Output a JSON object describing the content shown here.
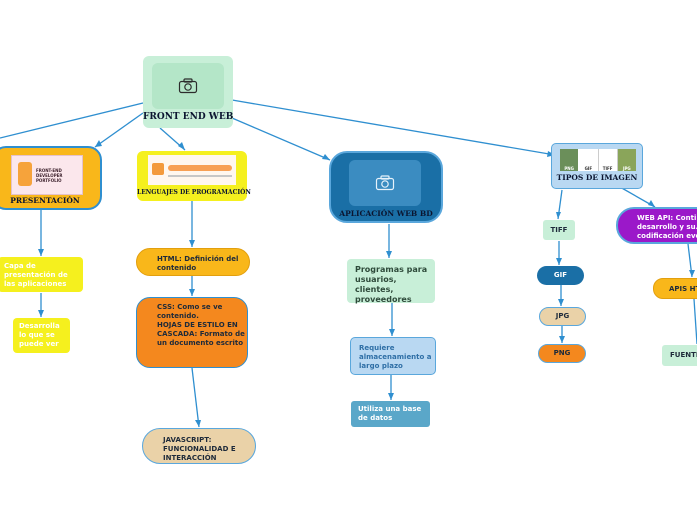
{
  "colors": {
    "link": "#2f8fd0",
    "root_fill": "#c8efd8",
    "presentacion_fill": "#f9b71a",
    "lenguajes_fill": "#f5f01e",
    "app_fill": "#1a6fa6",
    "tipos_fill": "#b9d8f2",
    "webapi_fill": "#9b18c9"
  },
  "nodes": {
    "root": {
      "label": "FRONT END WEB",
      "icon": "camera-icon"
    },
    "presentacion": {
      "label": "PRESENTACIÓN",
      "thumb_text": "FRONT-END DEVELOPER PORTFOLIO"
    },
    "lenguajes": {
      "label": "LENGUAJES DE PROGRAMACIÓN"
    },
    "app": {
      "label": "APLICACIÓN WEB BD",
      "icon": "camera-icon"
    },
    "tipos": {
      "label": "TIPOS DE IMAGEN",
      "formats": [
        "PNG",
        "GIF",
        "TIFF",
        "JPG"
      ]
    },
    "webapi": {
      "label": "WEB API: Conti... desarrollo y su... codificación eve..."
    },
    "capa": {
      "label": "Capa de presentación de las aplicaciones"
    },
    "desarrolla": {
      "label": "Desarrolla lo que se puede ver"
    },
    "html": {
      "label": "HTML: Definición del contenido"
    },
    "css": {
      "label": "CSS: Como se ve contenido.\nHOJAS DE ESTILO EN CASCADA: Formato de un documento escrito"
    },
    "js": {
      "label": "JAVASCRIPT: FUNCIONALIDAD E INTERACCIÓN"
    },
    "programas": {
      "label": "Programas para usuarios, clientes, proveedores"
    },
    "requiere": {
      "label": "Requiere almacenamiento a largo plazo"
    },
    "utiliza": {
      "label": "Utiliza una base de datos"
    },
    "tiff": {
      "label": "TIFF"
    },
    "gif": {
      "label": "GIF"
    },
    "jpg": {
      "label": "JPG"
    },
    "png": {
      "label": "PNG"
    },
    "apis": {
      "label": "APIS HT..."
    },
    "fuente": {
      "label": "FUENTE..."
    }
  }
}
